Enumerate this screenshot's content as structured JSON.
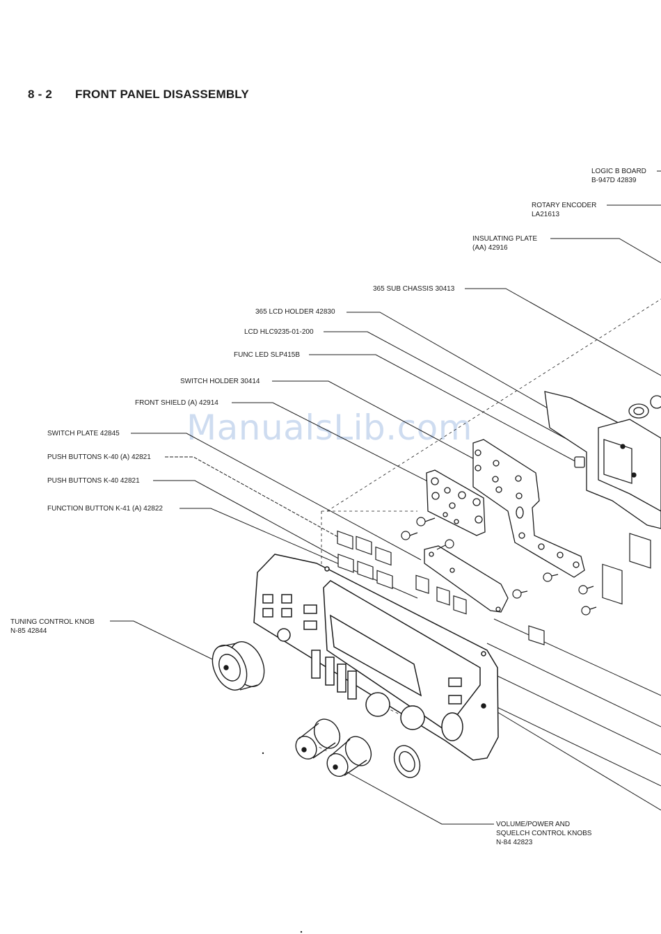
{
  "heading": {
    "number": "8 - 2",
    "title": "FRONT PANEL DISASSEMBLY"
  },
  "watermark": "ManualsLib.com",
  "callouts": [
    {
      "id": "logic-b-board",
      "lines": [
        "LOGIC B BOARD",
        "B-947D 42839"
      ]
    },
    {
      "id": "rotary-encoder",
      "lines": [
        "ROTARY ENCODER",
        "LA21613"
      ]
    },
    {
      "id": "insulating-plate",
      "lines": [
        "INSULATING PLATE",
        "(AA) 42916"
      ]
    },
    {
      "id": "sub-chassis",
      "lines": [
        "365 SUB CHASSIS 30413"
      ]
    },
    {
      "id": "lcd-holder",
      "lines": [
        "365 LCD HOLDER 42830"
      ]
    },
    {
      "id": "lcd",
      "lines": [
        "LCD HLC9235-01-200"
      ]
    },
    {
      "id": "func-led",
      "lines": [
        "FUNC LED SLP415B"
      ]
    },
    {
      "id": "switch-holder",
      "lines": [
        "SWITCH HOLDER 30414"
      ]
    },
    {
      "id": "front-shield",
      "lines": [
        "FRONT SHIELD (A) 42914"
      ]
    },
    {
      "id": "switch-plate",
      "lines": [
        "SWITCH PLATE 42845"
      ]
    },
    {
      "id": "push-buttons-a",
      "lines": [
        "PUSH BUTTONS K-40 (A) 42821"
      ]
    },
    {
      "id": "push-buttons",
      "lines": [
        "PUSH BUTTONS K-40 42821"
      ]
    },
    {
      "id": "function-button",
      "lines": [
        "FUNCTION BUTTON K-41 (A) 42822"
      ]
    },
    {
      "id": "tuning-knob",
      "lines": [
        "TUNING CONTROL KNOB",
        "N-85 42844"
      ]
    },
    {
      "id": "volume-squelch-knobs",
      "lines": [
        "VOLUME/POWER AND",
        "SQUELCH CONTROL KNOBS",
        "N-84 42823"
      ]
    }
  ]
}
